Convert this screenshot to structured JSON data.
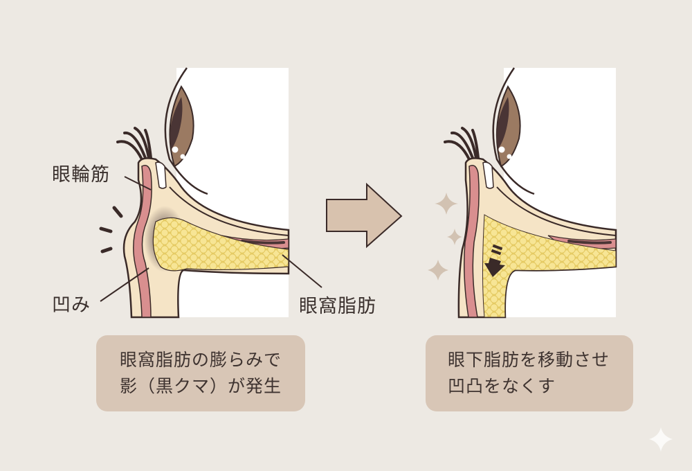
{
  "before": {
    "labels": {
      "muscle": "眼輪筋",
      "hollow": "凹み",
      "fat": "眼窩脂肪"
    },
    "caption": {
      "line1": "眼窩脂肪の膨らみで",
      "line2": "影（黒クマ）が発生"
    }
  },
  "after": {
    "caption": {
      "line1": "眼下脂肪を移動させ",
      "line2": "凹凸をなくす"
    }
  },
  "arrow": {
    "direction": "right"
  },
  "colors": {
    "background": "#ede9e3",
    "caption_bg": "#d8c6b6",
    "arrow_fill": "#d8c2ae",
    "skin": "#f5e4c6",
    "muscle": "#d98f8f",
    "fat": "#f2dc7a",
    "iris": "#9b7a62",
    "pupil": "#4a3535",
    "outline": "#3a2a28",
    "sparkle": "#d2c2b2"
  }
}
